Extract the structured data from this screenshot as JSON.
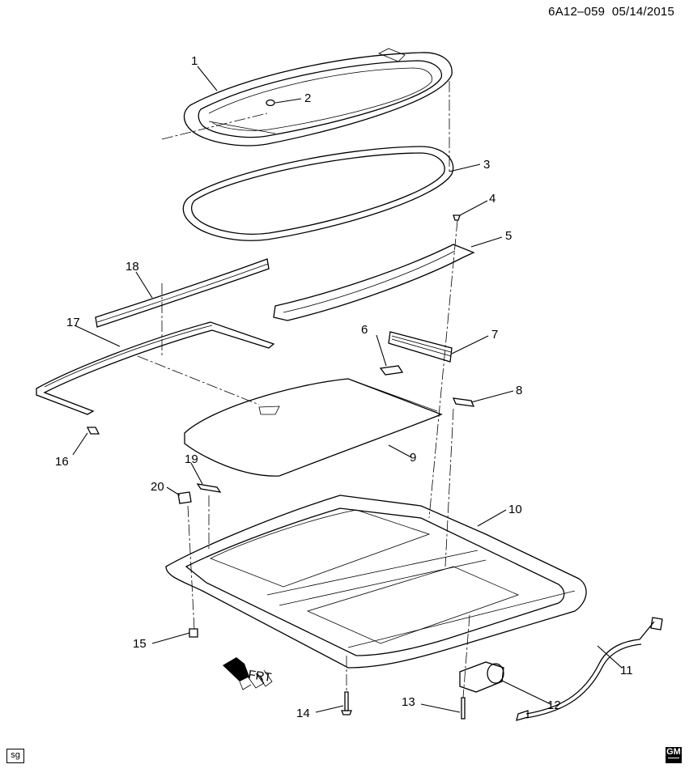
{
  "header": {
    "drawing_id": "6A12–059",
    "date": "05/14/2015"
  },
  "footer": {
    "left_badge": "sg",
    "logo_text": "GM"
  },
  "front_arrow_label": "FRT",
  "callouts": [
    "1",
    "2",
    "3",
    "4",
    "5",
    "6",
    "7",
    "8",
    "9",
    "10",
    "11",
    "12",
    "13",
    "14",
    "15",
    "16",
    "17",
    "18",
    "19",
    "20"
  ]
}
